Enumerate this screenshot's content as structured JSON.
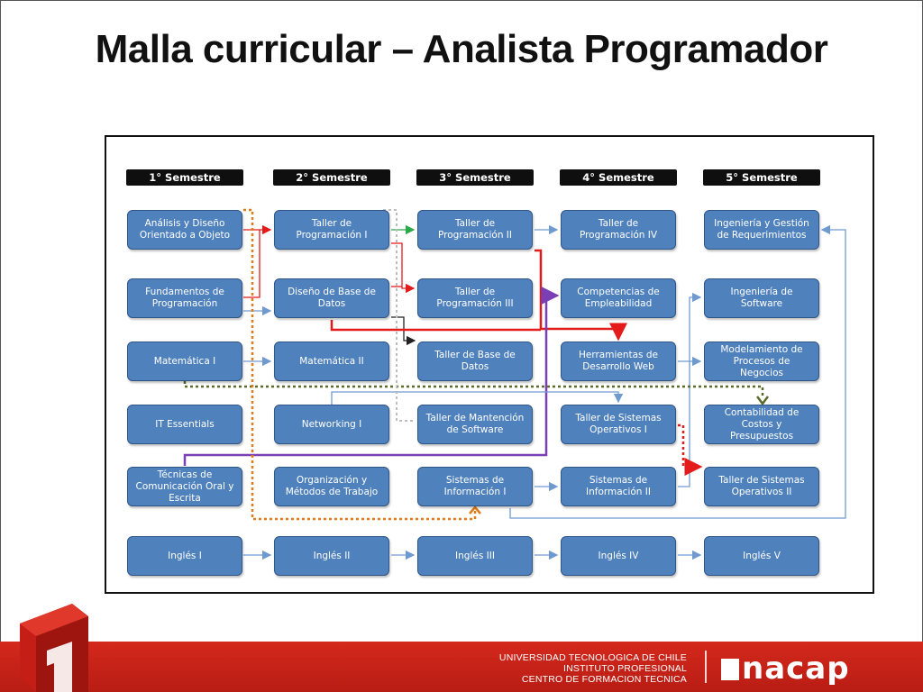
{
  "title": "Malla curricular – Analista Programador",
  "semesters": [
    "1° Semestre",
    "2° Semestre",
    "3° Semestre",
    "4° Semestre",
    "5° Semestre"
  ],
  "courses": {
    "c11": "Análisis y Diseño Orientado a Objeto",
    "c12": "Fundamentos de Programación",
    "c13": "Matemática I",
    "c14": "IT Essentials",
    "c15": "Técnicas de Comunicación Oral y Escrita",
    "c16": "Inglés I",
    "c21": "Taller de Programación I",
    "c22": "Diseño de Base de Datos",
    "c23": "Matemática II",
    "c24": "Networking I",
    "c25": "Organización y Métodos de Trabajo",
    "c26": "Inglés II",
    "c31": "Taller de Programación II",
    "c32": "Taller de Programación III",
    "c33": "Taller de Base de Datos",
    "c34": "Taller de Mantención de Software",
    "c35": "Sistemas de Información I",
    "c36": "Inglés III",
    "c41": "Taller de Programación IV",
    "c42": "Competencias de Empleabilidad",
    "c43": "Herramientas de Desarrollo Web",
    "c44": "Taller de Sistemas Operativos I",
    "c45": "Sistemas de Información II",
    "c46": "Inglés IV",
    "c51": "Ingeniería y Gestión de Requerimientos",
    "c52": "Ingeniería de Software",
    "c53": "Modelamiento de Procesos de Negocios",
    "c54": "Contabilidad de Costos y Presupuestos",
    "c55": "Taller de Sistemas Operativos II",
    "c56": "Inglés V"
  },
  "footer": {
    "line1": "UNIVERSIDAD TECNOLOGICA DE CHILE",
    "line2": "INSTITUTO PROFESIONAL",
    "line3": "CENTRO DE FORMACION TECNICA",
    "brand": "nacap"
  },
  "colors": {
    "course_fill": "#4f81bd",
    "semester_header": "#0f0f0f",
    "footer_red": "#c8231a",
    "arrow_red": "#e31b1b",
    "arrow_blue": "#6f9ad0",
    "arrow_purple": "#7b3fb5",
    "arrow_orange_dotted": "#e07b1a",
    "arrow_olive_dotted": "#5b6b2a",
    "arrow_green": "#2aa84a",
    "arrow_gray_dotted": "#bdbdbd"
  }
}
